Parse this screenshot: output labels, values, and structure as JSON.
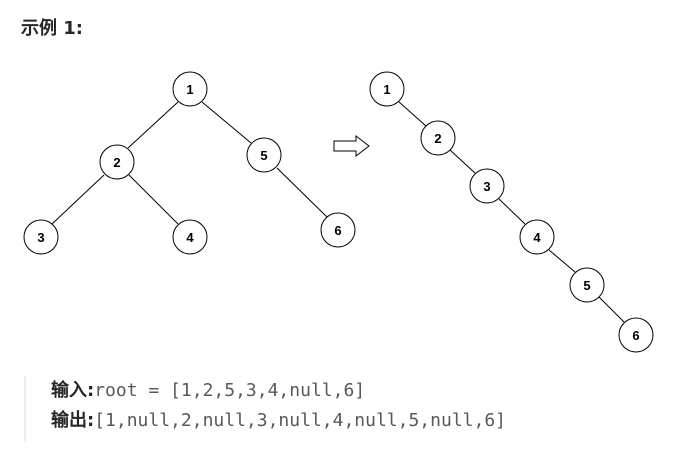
{
  "example_title": "示例 1:",
  "input_tree": {
    "nodes": [
      "1",
      "2",
      "5",
      "3",
      "4",
      "6"
    ],
    "edges": [
      [
        "1",
        "2"
      ],
      [
        "1",
        "5"
      ],
      [
        "2",
        "3"
      ],
      [
        "2",
        "4"
      ],
      [
        "5",
        "6"
      ]
    ]
  },
  "output_tree": {
    "nodes": [
      "1",
      "2",
      "3",
      "4",
      "5",
      "6"
    ],
    "edges": [
      [
        "1",
        "2"
      ],
      [
        "2",
        "3"
      ],
      [
        "3",
        "4"
      ],
      [
        "4",
        "5"
      ],
      [
        "5",
        "6"
      ]
    ]
  },
  "io": {
    "input_label": "输入:",
    "input_value": "root = [1,2,5,3,4,null,6]",
    "output_label": "输出:",
    "output_value": "[1,null,2,null,3,null,4,null,5,null,6]"
  }
}
